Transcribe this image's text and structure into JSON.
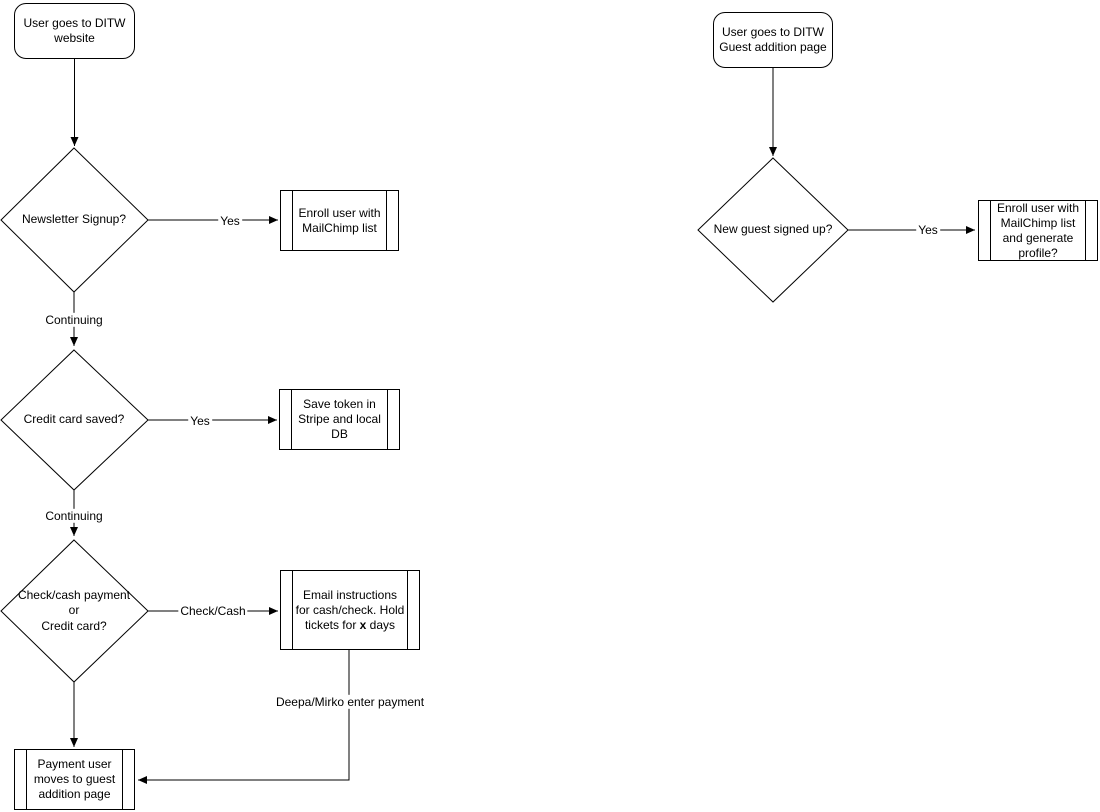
{
  "diagram": {
    "background_color": "#ffffff",
    "stroke_color": "#000000",
    "text_color": "#000000"
  },
  "left_flow": {
    "start": "User goes to DITW\nwebsite",
    "decision1": "Newsletter Signup?",
    "yes1": "Yes",
    "process1": "Enroll user with\nMailChimp list",
    "continuing1": "Continuing",
    "decision2": "Credit card saved?",
    "yes2": "Yes",
    "process2": "Save token in\nStripe and local\nDB",
    "continuing2": "Continuing",
    "decision3": "Check/cash payment\nor\nCredit card?",
    "check_cash": "Check/Cash",
    "process3_pre": "Email instructions\nfor cash/check. Hold\ntickets for ",
    "process3_bold": "x",
    "process3_post": " days",
    "deepa_label": "Deepa/Mirko enter payment",
    "end": "Payment user\nmoves to guest\naddition page"
  },
  "right_flow": {
    "start": "User goes to DITW\nGuest addition page",
    "decision1": "New guest signed up?",
    "yes1": "Yes",
    "process1": "Enroll user with\nMailChimp list\nand generate\nprofile?"
  }
}
